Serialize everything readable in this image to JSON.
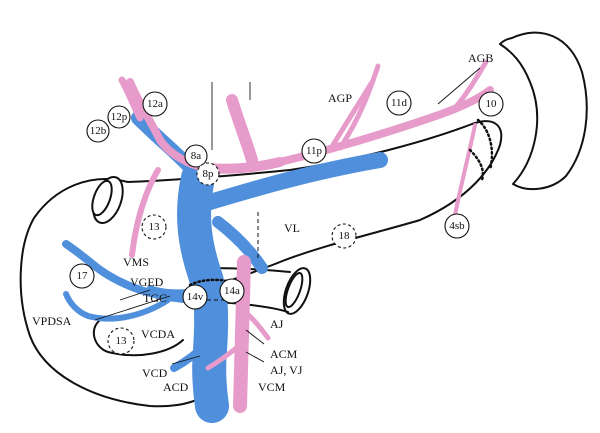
{
  "colors": {
    "vein": "#4f8fdc",
    "artery": "#e79bcb",
    "outline": "#111111",
    "background": "#ffffff"
  },
  "nodes": [
    {
      "id": "n-12a",
      "label": "12a",
      "style": "solid"
    },
    {
      "id": "n-12p",
      "label": "12p",
      "style": "solid"
    },
    {
      "id": "n-12b",
      "label": "12b",
      "style": "solid"
    },
    {
      "id": "n-8a",
      "label": "8a",
      "style": "solid"
    },
    {
      "id": "n-8p",
      "label": "8p",
      "style": "dashed"
    },
    {
      "id": "n-11p",
      "label": "11p",
      "style": "solid"
    },
    {
      "id": "n-11d",
      "label": "11d",
      "style": "solid"
    },
    {
      "id": "n-10",
      "label": "10",
      "style": "solid"
    },
    {
      "id": "n-4sb",
      "label": "4sb",
      "style": "solid"
    },
    {
      "id": "n-13-upper",
      "label": "13",
      "style": "dashed"
    },
    {
      "id": "n-18",
      "label": "18",
      "style": "dashed"
    },
    {
      "id": "n-17",
      "label": "17",
      "style": "solid"
    },
    {
      "id": "n-14v",
      "label": "14v",
      "style": "solid"
    },
    {
      "id": "n-14a",
      "label": "14a",
      "style": "solid"
    },
    {
      "id": "n-13-lower",
      "label": "13",
      "style": "dashed"
    }
  ],
  "labels": {
    "agb": "AGB",
    "agp": "AGP",
    "vl": "VL",
    "vms": "VMS",
    "vged": "VGED",
    "tgc": "TGC",
    "vpdsa": "VPDSA",
    "vcda": "VCDA",
    "vcd": "VCD",
    "acd": "ACD",
    "aj": "AJ",
    "acm": "ACM",
    "aj_vj": "AJ, VJ",
    "vcm": "VCM"
  }
}
